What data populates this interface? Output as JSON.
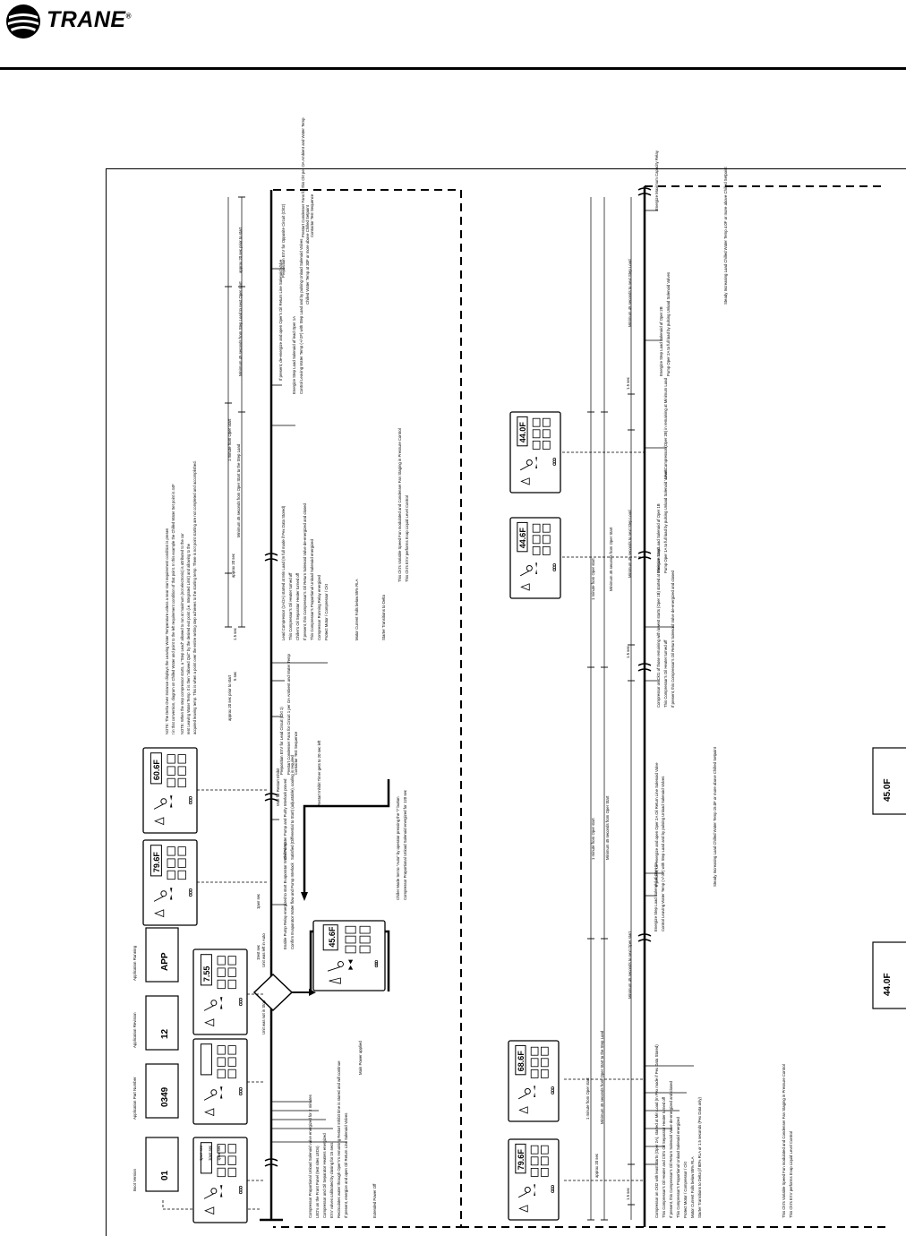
{
  "header": {
    "brand": "TRANE",
    "trademark": "®"
  },
  "diagram": {
    "left_column": {
      "displays": [
        {
          "readout": "01",
          "label": "Boot Version"
        },
        {
          "readout": "0349",
          "label": "Application Part Number"
        },
        {
          "readout": "12",
          "label": "Application Revision"
        },
        {
          "readout": "APP",
          "label": "Application Running"
        },
        {
          "readout": "7.55",
          "label": ""
        },
        {
          "readout": "79.6F",
          "label": ""
        },
        {
          "readout": "60.6F",
          "label": ""
        }
      ],
      "notes": [
        "Extended Power Off",
        "Main Power applied",
        "If present, energize and open Oil Return Line Solenoid Valves",
        "Recirculates water through Oper'n's remaining Restart Inhibit time is stored and will continue",
        "EXV valves calibrated by closing for 15 secs.",
        "Compressor and Oil Separator Heaters energized",
        "LED's on the Front Panel (test sites LEDs)",
        "Compressor Proportional Unload Solenoid valve energized for 2 minutes",
        "Unit was not in Stop",
        "Unit was left in Auto",
        "Enable Pump Relay energized to start Evaporator Water Pump",
        "Confirm Evaporator Water flow and Pump Interlock",
        "Chilled Water Pump and Purity Interlock proved",
        "Satisfied (Differential to Start) (adjustable), cooling is required",
        "Wait for Restart Inhibit",
        "Restart Inhibit Timer gets to 20 sec left",
        "Chiller Mode Set to \"Auto\" by operator pressing the \"i\" button",
        "Compressor Proportional Unload Solenoid energized for 120 sec",
        "Preposition EXV for Lead Circuit (Ckt 1)",
        "Prestart Condenser Fans for Circuit 1 per OA Ambient and Water Temp",
        "Contactor Test Sequence",
        "Lead Compressor (1A/2A) started at Min Load (In full mode if Pex Data Stored)",
        "This Compressor's Oil Heater turned off",
        "Chiller's Oil Separator Heater turned off",
        "If present, this Compressor's Oil Return Solenoid Valve de-energized and closed",
        "This Compressor's Proportional Unload Solenoid energized",
        "Compressor Running Relay energized",
        "Protect Motor / Compressor / Ckt",
        "Motor Current Falls below 85% RLA",
        "Starter Transitions to Delta",
        "This Ckt's Variable Speed Fan modulated and Condenser Fan Staging in Pressure Control",
        "This Ckt's EXV performs Evap Liquid Level Control"
      ],
      "timings": [
        "1pwr sec",
        "1pwr sec",
        "1pwr sec",
        "1test sec",
        "1pwr sec",
        "approx 20 sec prior to start",
        "approx 20 sec",
        "1.5 sec",
        "5 sec",
        "1 minute from Oper Start",
        "Minimum 45 seconds from Oper Start to the Step Load",
        "Minimum 45 seconds from Step Load to next Oper start",
        "approx 20 sec prior to start"
      ],
      "top_notes": [
        "NOTE: The Delta Over Instance displays the Leaving Water Temperature unless a near start requirement condition is present in that conversion, diagram on Chilled Water and point to the left requirement condition of that point. In this example the Chilled Water Set point is 44F",
        "NOTE: When the step compressor starts, a \"Step Lead\" allowed to run at maximum (not electronic) is attributed to the current Leaving Water Temp. It is then \"allowed Quit\" by the desired exit point (i.e. Integrated Limit) and allowing to the acquired leaving temp. This is when a point over the entire setting step achieves to the starting temp. There is not point starting are not completed and accomplished."
      ],
      "right_notes": [
        "Preposition EXV for Opposite Circuit (Ckt2)",
        "Prestart Condenser Fans for this Ckt per OA Ambient and Water Temp",
        "Contactor Test Sequence",
        "If present, de-energize and open Oper's Oil Return Line Solenoid Valve",
        "Energize Step Load Solenoid of lead Oper 1A",
        "Control Leaving Water Temp (+/-2F) with Step Load and by pulsing Unload Solenoid Valves",
        "Chilled Water Temp at 30F or more above Chilled Setpoint"
      ]
    },
    "right_column": {
      "displays": [
        {
          "readout": "44.6F"
        },
        {
          "readout": "44.0F"
        },
        {
          "readout": "79.6F"
        },
        {
          "readout": "68.6F"
        },
        {
          "readout": "44.0F"
        },
        {
          "readout": "45.0F"
        }
      ],
      "notes": [
        "Compressor on Ckt2 with least starts (Oper 2A), started at Min Load (In Pex mode if Pex Data Stored)",
        "This Compressor's Oil Heater and Ckt's Oil Separator Heater turned off",
        "If present, this Compressor's Oil Return Solenoid Valve de-energized and closed",
        "This Compressor's Proportional Unload Solenoid energized",
        "Protect Motor / Compressor / Ckt",
        "Motor Current Falls below 85% RLA",
        "Starter Transitions to Delta (if 80% RLA or 1.5 seconds (Pex Data only)",
        "This Ckt's Variable Speed Fan modulated and Condenser Fan Staging in Pressure Control",
        "This Ckt's EXV performs Evap Liquid Level Control",
        "Energize Step Load Solenoid of Oper 2A",
        "Control Leaving Water Temp (+/-2F) with Step Load and by pulsing Unload Solenoid Valves",
        "If present, de-energize and open Oper 2A Oil Return Line Solenoid Valve",
        "Steady Increasing Load Chilled Water Temp 15.0F or more above Chilled Setpoint",
        "Compressor on Ckt1 of those remaining with lowest starts (Oper 1B) started at Minimum Load",
        "This Compressor's Oil Heater turned off",
        "If present, this Compressor's Oil Return Solenoid Valve de-energized and closed",
        "Energize Step Load Solenoid of Oper 1B",
        "Pump Oper 1A to full load by pulsing Unload Solenoid Valves",
        "Lead Compressor (Oper 2B) in remaining at Minimum Load",
        "Energize Step Load Solenoid of Oper 2B",
        "Pump Oper 2A to full load by pulsing Unload Solenoid Valves",
        "Energize Maximum Capacity Relay",
        "Steady Increasing Load Chilled Water Temp 4.0F or more above Chilled Setpoint"
      ],
      "timings": [
        "1.5 sec",
        "approx 20 sec",
        "Minimum 45 seconds from Oper Start to the Step Load",
        "1 minute from Oper start",
        "Minimum 45 seconds to next Oper start",
        "Minimum 45 seconds from Oper Start",
        "1 minute from Oper start",
        "Minimum 45 seconds to next Step Load",
        "1.5 sec",
        "Minimum 45 seconds from Oper Start",
        "1 minute from Oper start",
        "Minimum 45 seconds to next Step Load",
        "1.5 sec"
      ]
    }
  }
}
